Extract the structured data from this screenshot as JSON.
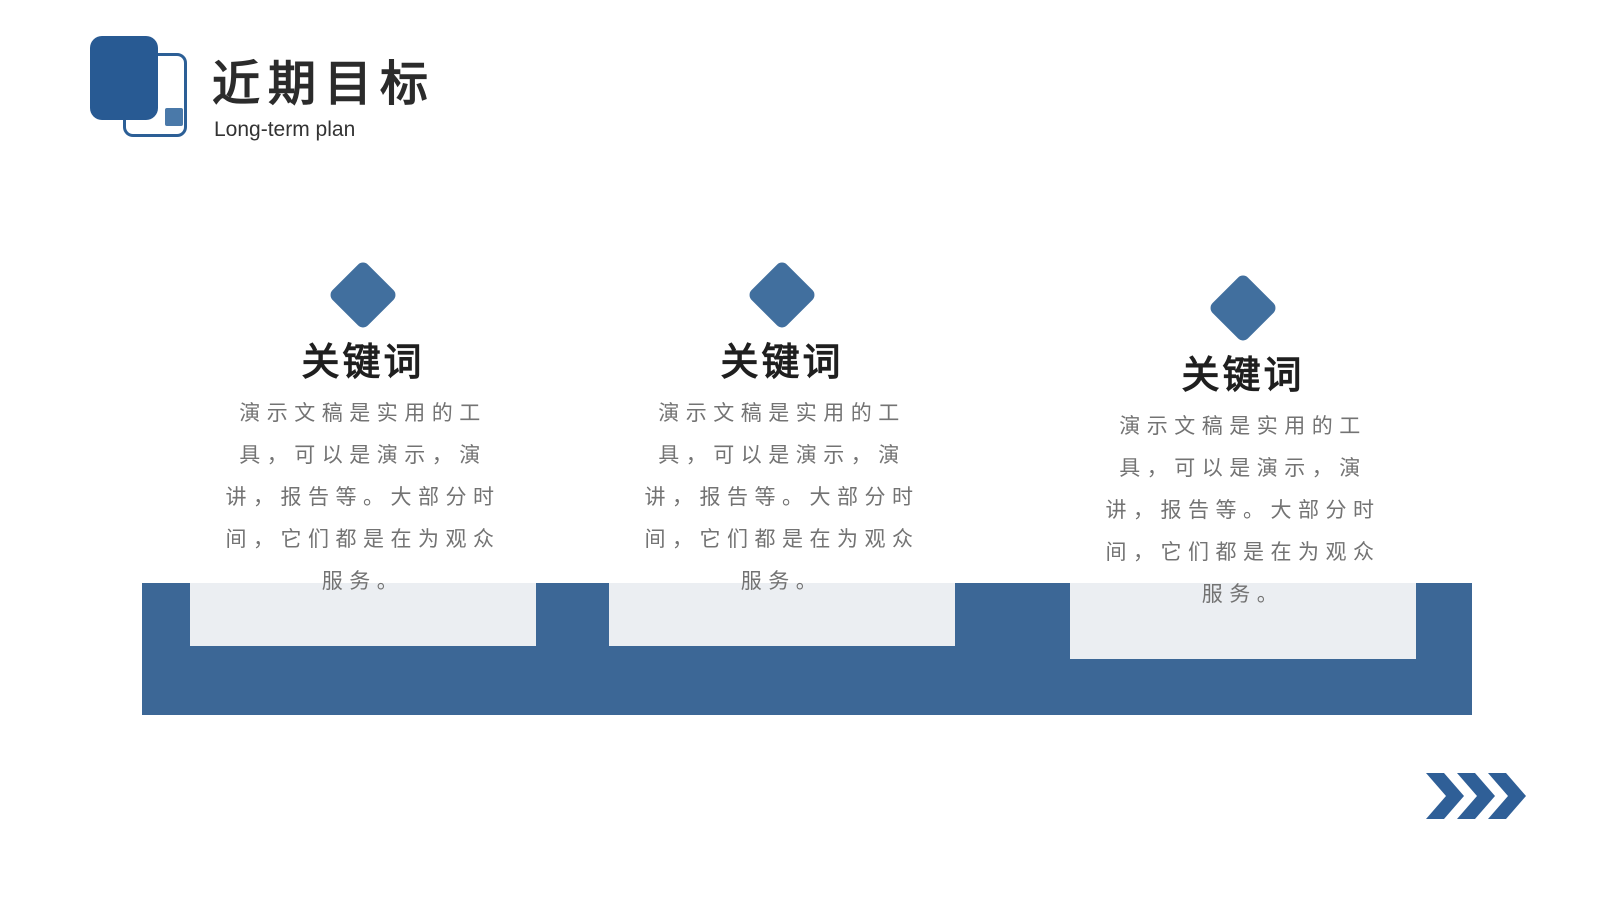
{
  "header": {
    "title": "近期目标",
    "subtitle": "Long-term plan"
  },
  "items": [
    {
      "title": "关键词",
      "body": "演示文稿是实用的工具，可以是演示，演讲，报告等。大部分时间，它们都是在为观众服务。"
    },
    {
      "title": "关键词",
      "body": "演示文稿是实用的工具，可以是演示，演讲，报告等。大部分时间，它们都是在为观众服务。"
    },
    {
      "title": "关键词",
      "body": "演示文稿是实用的工具，可以是演示，演讲，报告等。大部分时间，它们都是在为观众服务。"
    }
  ],
  "colors": {
    "primary": "#3c6796",
    "accent": "#416f9e",
    "card": "#ebeef2",
    "title_text": "#2b2b2b",
    "body_text": "#737373"
  },
  "icons": {
    "logo": "rounded-squares-logo-icon",
    "item_marker": "diamond-icon",
    "next": "triple-chevron-right-icon"
  }
}
